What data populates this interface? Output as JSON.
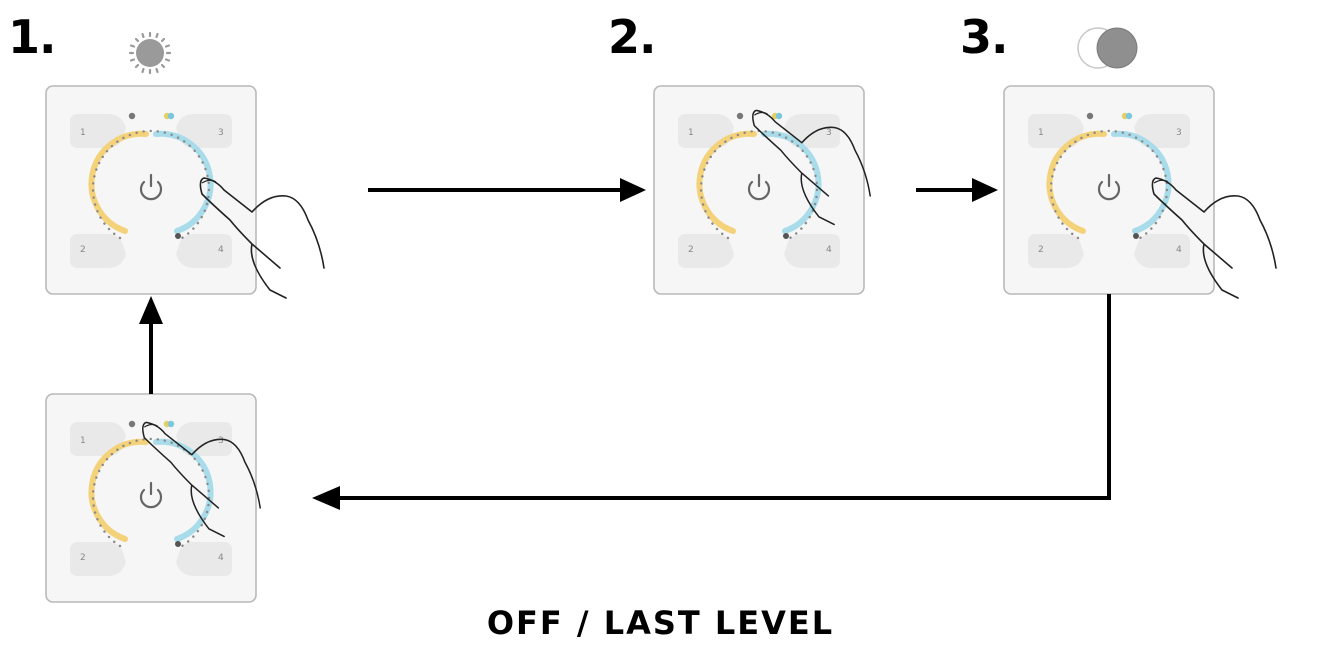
{
  "steps": {
    "step1": "1.",
    "step2": "2.",
    "step3": "3."
  },
  "caption": "OFF / LAST LEVEL",
  "panel": {
    "button_labels": [
      "1",
      "3",
      "2",
      "4"
    ]
  },
  "icons": {
    "step1": "sun-icon",
    "step3": "color-overlap-icon"
  },
  "colors": {
    "warm_arc": "#f3d27a",
    "cool_arc": "#a9dcea",
    "panel_bg": "#f6f6f6",
    "arrow": "#000000"
  }
}
